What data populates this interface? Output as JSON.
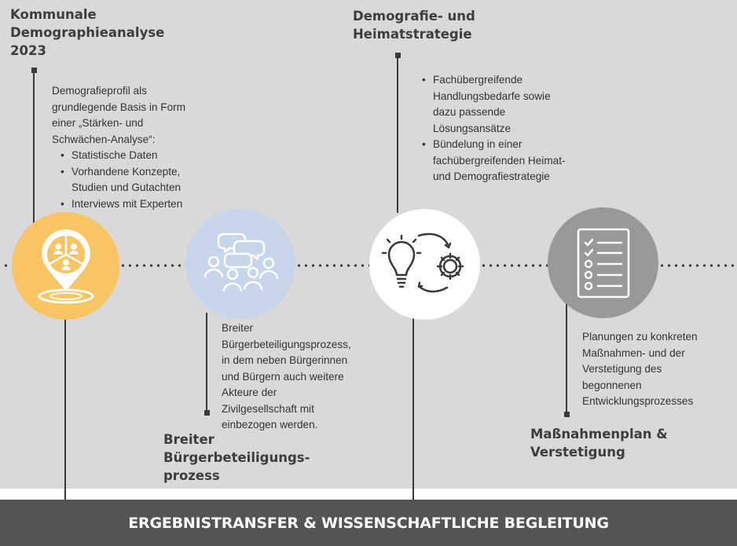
{
  "footer": {
    "label": "ERGEBNISTRANSFER & WISSENSCHAFTLICHE BEGLEITUNG"
  },
  "colors": {
    "panel": "#d9d9d9",
    "footer": "#545454",
    "step1_circle": "#f9c463",
    "step2_circle": "#c7d6ea",
    "step3_circle": "#ffffff",
    "step4_circle": "#999999"
  },
  "steps": [
    {
      "title": "Kommunale\nDemographieanalyse\n2023",
      "icon": "location-pin-people-icon",
      "intro": "Demografieprofil als\ngrundlegende Basis in Form\neiner „Stärken- und\nSchwächen-Analyse“:",
      "bullets": [
        "Statistische Daten",
        "Vorhandene Konzepte,\nStudien und Gutachten",
        "Interviews mit Experten"
      ]
    },
    {
      "title": "Breiter\nBürgerbeteiligungs-\nprozess",
      "icon": "people-speech-bubbles-icon",
      "text": "Breiter\nBürgerbeteiligungsprozess,\nin dem neben Bürgerinnen\nund Bürgern auch weitere\nAkteure der\nZivilgesellschaft mit\neinbezogen werden."
    },
    {
      "title": "Demografie- und\nHeimatstrategie",
      "icon": "lightbulb-gear-icon",
      "bullets": [
        "Fachübergreifende\nHandlungsbedarfe sowie\ndazu passende\nLösungsansätze",
        "Bündelung in einer\nfachübergreifenden Heimat-\nund Demografiestrategie"
      ]
    },
    {
      "title": "Maßnahmenplan &\nVerstetigung",
      "icon": "checklist-icon",
      "text": "Planungen zu konkreten\nMaßnahmen- und der\nVerstetigung des\nbegonnenen\nEntwicklungsprozesses"
    }
  ]
}
